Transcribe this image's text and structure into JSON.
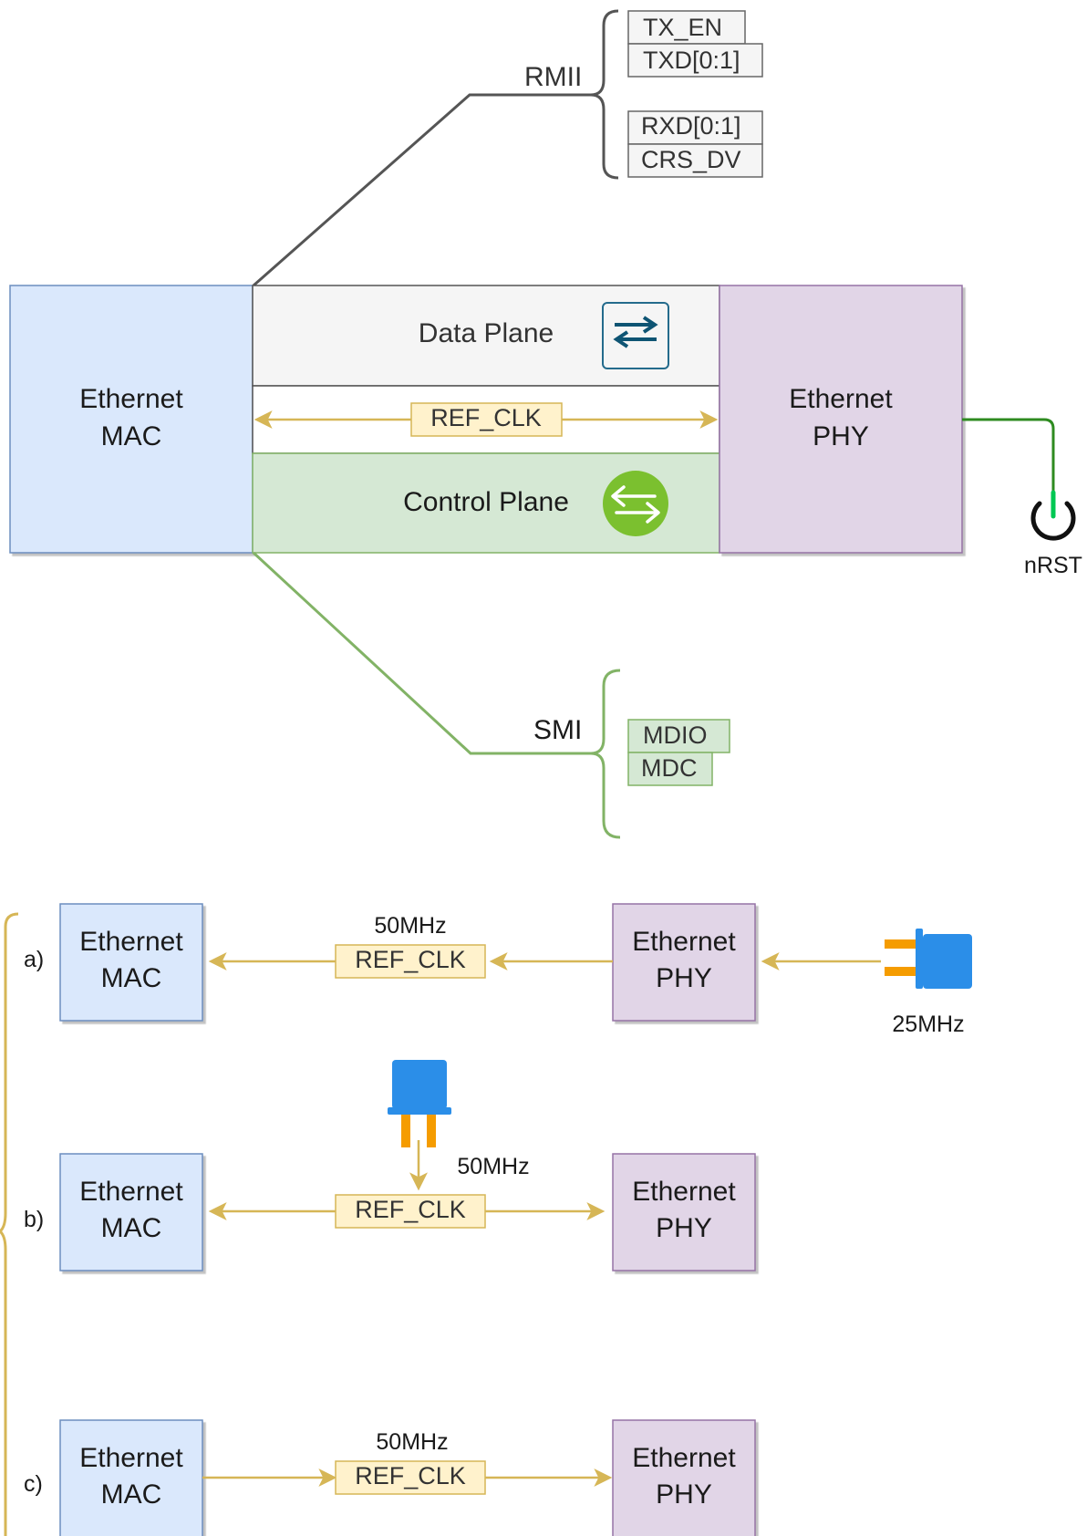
{
  "rmii": {
    "label": "RMII",
    "signals": [
      "TX_EN",
      "TXD[0:1]",
      "RXD[0:1]",
      "CRS_DV"
    ]
  },
  "smi": {
    "label": "SMI",
    "signals": [
      "MDIO",
      "MDC"
    ]
  },
  "top": {
    "mac_line1": "Ethernet",
    "mac_line2": "MAC",
    "phy_line1": "Ethernet",
    "phy_line2": "PHY",
    "data_plane": "Data Plane",
    "control_plane": "Control Plane",
    "ref_clk": "REF_CLK",
    "reset_label": "nRST"
  },
  "configs": {
    "a": {
      "label": "a)",
      "mac_line1": "Ethernet",
      "mac_line2": "MAC",
      "phy_line1": "Ethernet",
      "phy_line2": "PHY",
      "clk_label": "REF_CLK",
      "freq": "50MHz",
      "osc_freq": "25MHz"
    },
    "b": {
      "label": "b)",
      "mac_line1": "Ethernet",
      "mac_line2": "MAC",
      "phy_line1": "Ethernet",
      "phy_line2": "PHY",
      "clk_label": "REF_CLK",
      "osc_freq": "50MHz"
    },
    "c": {
      "label": "c)",
      "mac_line1": "Ethernet",
      "mac_line2": "MAC",
      "phy_line1": "Ethernet",
      "phy_line2": "PHY",
      "clk_label": "REF_CLK",
      "freq": "50MHz"
    }
  },
  "colors": {
    "mac_fill": "#dae8fc",
    "mac_stroke": "#6c8ebf",
    "phy_fill": "#e1d5e7",
    "phy_stroke": "#9673a6",
    "clk_fill": "#fff2cc",
    "clk_stroke": "#d6b656",
    "clk_line": "#d6b656",
    "ctrl_fill": "#d5e8d4",
    "ctrl_stroke": "#82b366",
    "data_fill": "#f5f5f5",
    "osc_blue": "#2b8ee8",
    "osc_pin": "#f59c00",
    "reset_green": "#2e8b20",
    "power_accent": "#00c853"
  }
}
